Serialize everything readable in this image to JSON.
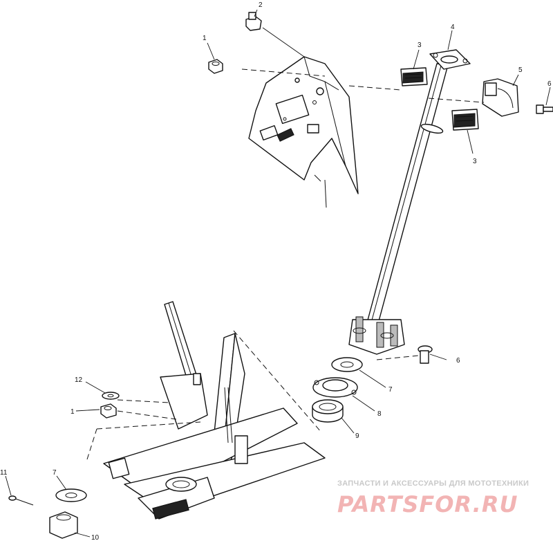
{
  "diagram": {
    "callouts": {
      "c1_top": "1",
      "c2": "2",
      "c3_top": "3",
      "c4": "4",
      "c5": "5",
      "c6_top": "6",
      "c3_bottom": "3",
      "c6_bottom": "6",
      "c7_mid": "7",
      "c8": "8",
      "c9": "9",
      "c12": "12",
      "c1_bottom": "1",
      "c11": "11",
      "c7_bottom": "7",
      "c10": "10"
    }
  },
  "watermark": {
    "tagline": "ЗАПЧАСТИ И АКСЕССУАРЫ ДЛЯ МОТОТЕХНИКИ",
    "brand": "PARTSFOR.RU"
  },
  "colors": {
    "line": "#111111",
    "background": "#ffffff",
    "watermark_brand": "#f2b4b4",
    "watermark_tagline": "#c9c9c9"
  }
}
